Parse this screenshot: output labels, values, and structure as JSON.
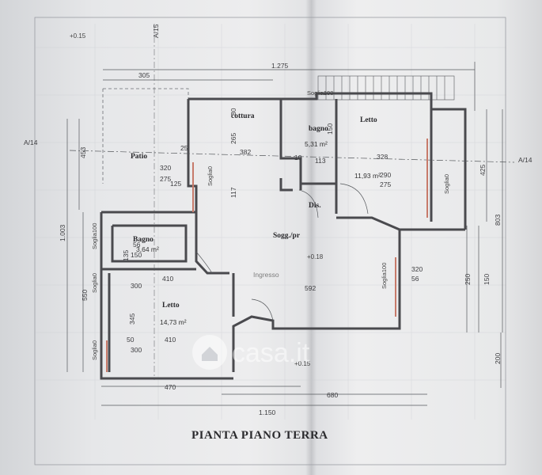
{
  "plan": {
    "title": "PIANTA PIANO TERRA",
    "watermark": "casa.it",
    "rooms": [
      {
        "name": "Patio"
      },
      {
        "name": "cottura"
      },
      {
        "name": "bagno",
        "area": "5,31 m²"
      },
      {
        "name": "Letto",
        "area": "11,93 m²"
      },
      {
        "name": "Dis."
      },
      {
        "name": "Sogg./pr"
      },
      {
        "name": "Bagno",
        "area": "3,64 m²"
      },
      {
        "name": "Letto",
        "area": "14,73 m²"
      },
      {
        "name": "Ingresso"
      }
    ],
    "dimensions": {
      "top_total": "1.275",
      "top_305": "305",
      "left_total": "1.003",
      "left_453": "453",
      "left_550": "550",
      "bottom_470": "470",
      "bottom_680": "680",
      "bottom_total": "1.150",
      "right_803": "803",
      "right_200": "200",
      "right_425": "425",
      "right_150": "150",
      "right_250": "250",
      "d382": "382",
      "d265": "265",
      "d117": "117",
      "d113": "113",
      "d328": "328",
      "d290": "290",
      "d275": "275",
      "d275b": "275",
      "d320": "320",
      "d320b": "320",
      "d125": "125",
      "d25": "25",
      "d10": "10",
      "d30": "30",
      "d56": "56",
      "d150": "150",
      "d135": "135",
      "d410": "410",
      "d410b": "410",
      "d300": "300",
      "d300b": "300",
      "d345": "345",
      "d50": "50",
      "d592": "592",
      "d56b": "56",
      "d150b": "150"
    },
    "soglie": [
      "Soglia100",
      "Soglia0",
      "Soglia100",
      "Soglia0",
      "Soglia0",
      "Soglia100",
      "Soglia0"
    ],
    "elevations": [
      "+0.15",
      "+0.18",
      "+0.15"
    ],
    "axis_marks": [
      "A/15",
      "A/14",
      "A/14"
    ]
  },
  "colors": {
    "wall": "#4a4a4e",
    "grid": "#b8bcc2",
    "accent": "#c77a6a"
  }
}
